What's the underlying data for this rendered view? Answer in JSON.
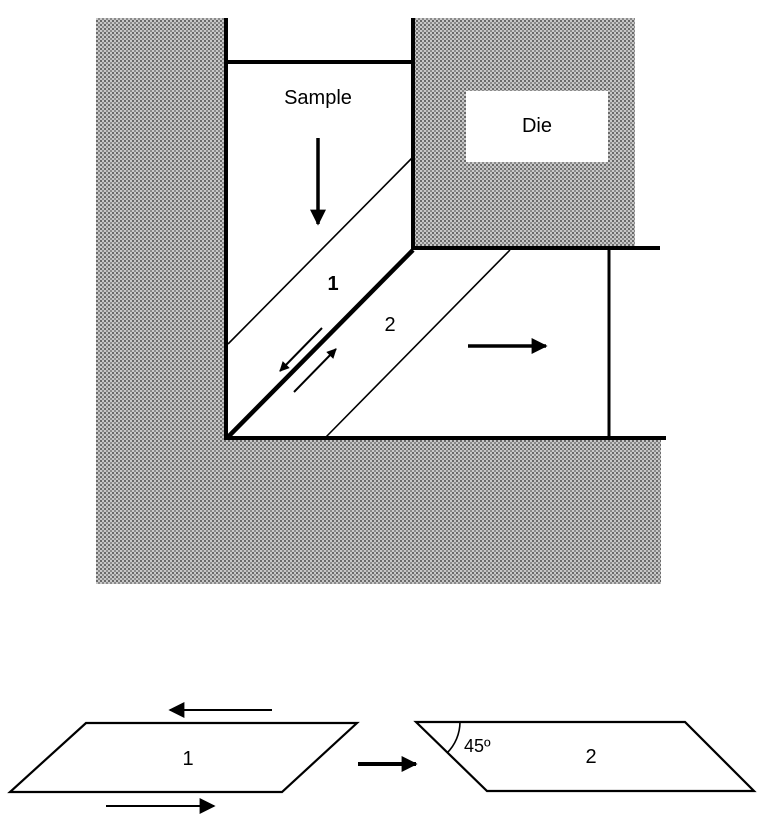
{
  "labels": {
    "sample": "Sample",
    "die": "Die",
    "region_1": "1",
    "region_2": "2",
    "bottom_piece_1": "1",
    "bottom_piece_2": "2",
    "angle": "45º"
  },
  "colors": {
    "die_fill": "#b5b5b5",
    "die_dots": "#6a6a6a",
    "line": "#000000",
    "background": "#ffffff"
  }
}
